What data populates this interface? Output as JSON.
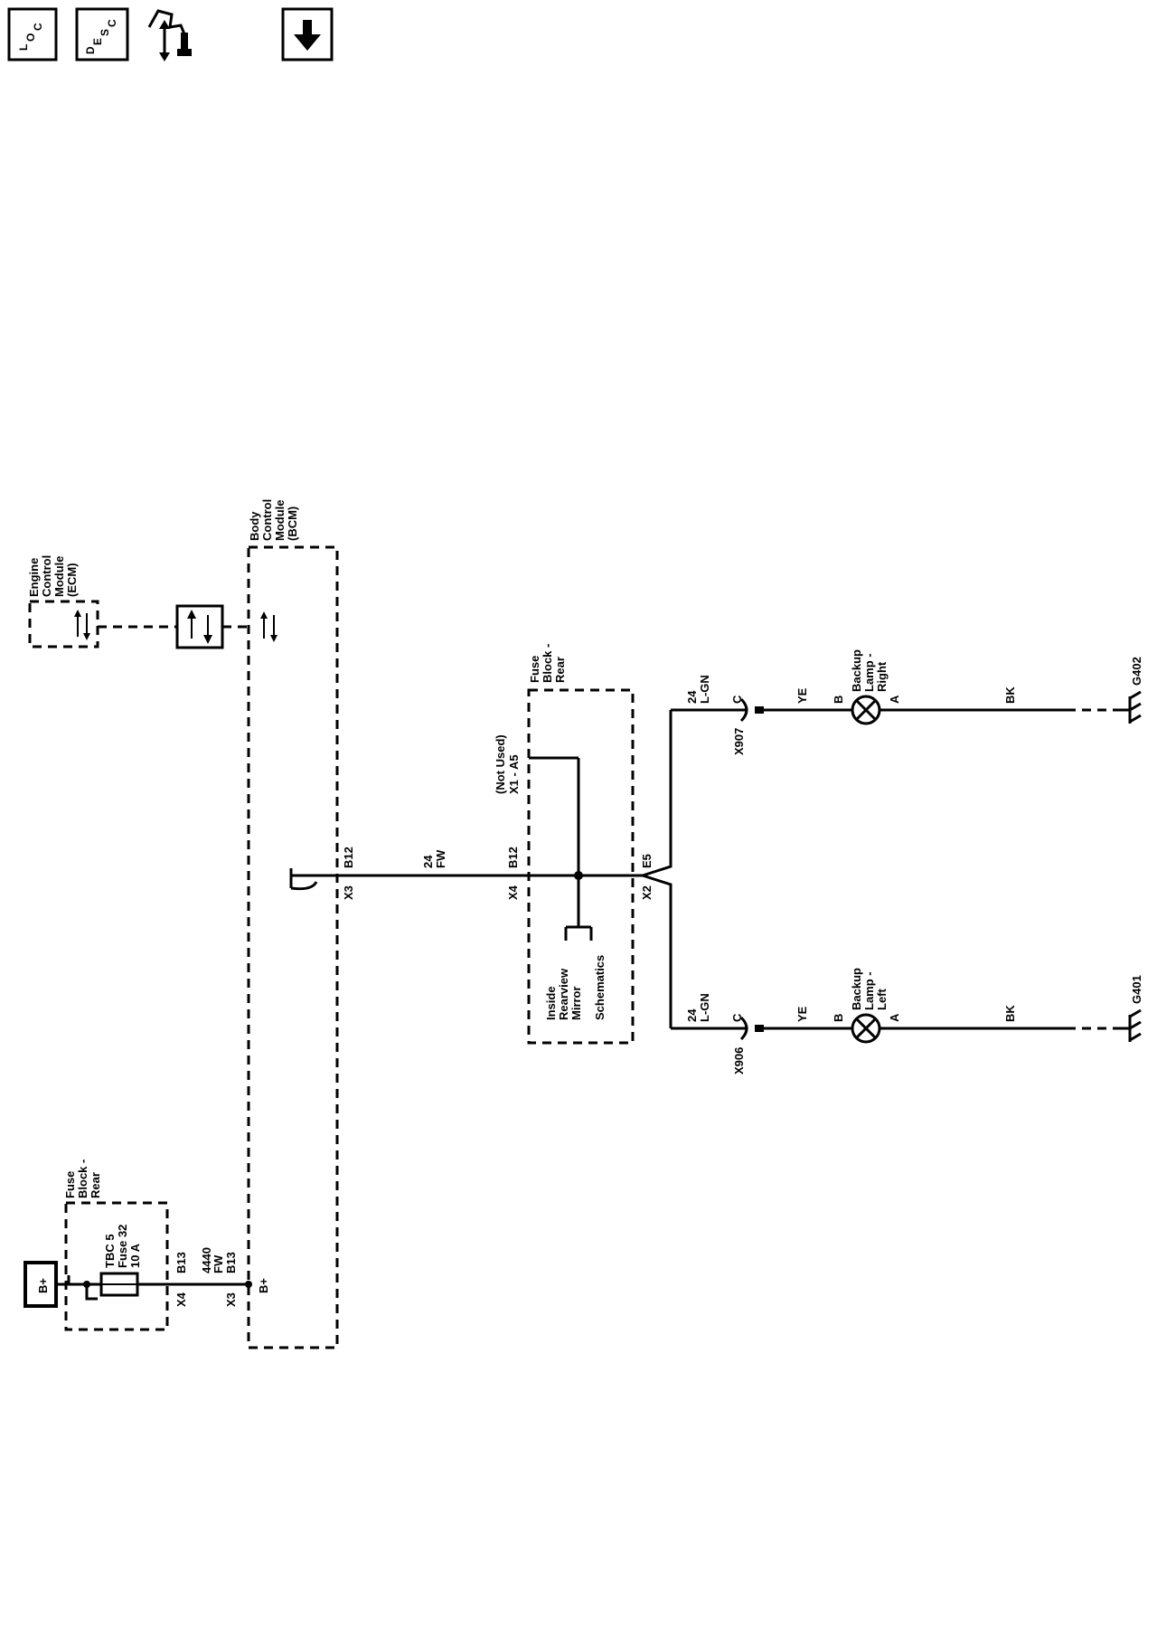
{
  "toolbar": {
    "loc_icon": "LOC",
    "desc_icon": "DESC",
    "connector_icon": "connector-tool-icon",
    "down_icon": "arrow-down-icon"
  },
  "modules": {
    "ecm": [
      "Engine",
      "Control",
      "Module",
      "(ECM)"
    ],
    "bcm": [
      "Body",
      "Control",
      "Module",
      "(BCM)"
    ],
    "fuse_block_top": [
      "Fuse",
      "Block -",
      "Rear"
    ],
    "fuse_block_mid": [
      "Fuse",
      "Block -",
      "Rear"
    ]
  },
  "power": {
    "bplus": "B+",
    "fuse": [
      "TBC 5",
      "Fuse 32",
      "10 A"
    ],
    "x4": "X4",
    "b13a": "B13",
    "wire": [
      "4440",
      "FW"
    ],
    "x3": "X3",
    "b13b": "B13",
    "bplus_pin": "B+"
  },
  "bcm_output": {
    "x3": "X3",
    "b12": "B12",
    "wire": [
      "24",
      "FW"
    ],
    "x4": "X4",
    "b12b": "B12"
  },
  "fuse_mid": {
    "not_used": "(Not Used)",
    "x1a5": "X1 - A5",
    "e5": "E5",
    "x2": "X2",
    "mirror": [
      "Inside",
      "Rearview",
      "Mirror",
      "Schematics"
    ]
  },
  "lamps": {
    "right": {
      "wire": [
        "24",
        "L-GN"
      ],
      "pin_c": "C",
      "connector": "X907",
      "ye": "YE",
      "pin_b": "B",
      "name": [
        "Backup",
        "Lamp -",
        "Right"
      ],
      "pin_a": "A",
      "bk": "BK",
      "ground": "G402"
    },
    "left": {
      "wire": [
        "24",
        "L-GN"
      ],
      "pin_c": "C",
      "connector": "X906",
      "ye": "YE",
      "pin_b": "B",
      "name": [
        "Backup",
        "Lamp -",
        "Left"
      ],
      "pin_a": "A",
      "bk": "BK",
      "ground": "G401"
    }
  }
}
